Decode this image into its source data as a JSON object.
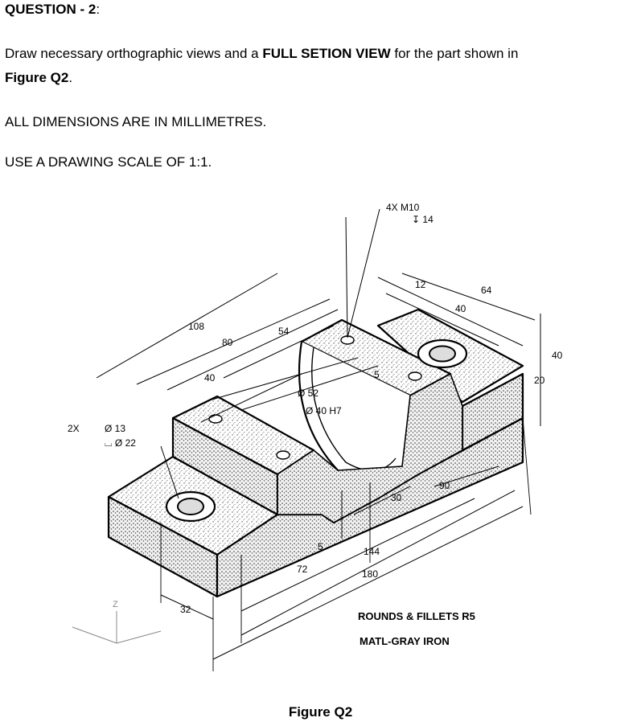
{
  "question": {
    "title": "QUESTION - 2",
    "colon": ":",
    "intro_before": "Draw necessary orthographic views and a ",
    "intro_bold": "FULL SETION VIEW",
    "intro_after": " for the part shown in",
    "figure_ref": "Figure Q2",
    "period": ".",
    "units_note": "ALL DIMENSIONS ARE IN MILLIMETRES.",
    "scale_note": "USE A DRAWING SCALE OF 1:1."
  },
  "figure": {
    "caption": "Figure Q2",
    "notes": {
      "rounds": "ROUNDS & FILLETS R5",
      "material": "MATL-GRAY IRON",
      "thread": "4X  M10",
      "thread_depth": "↧ 14",
      "holes_count": "2X",
      "hole_dia": "Ø 13",
      "counterbore": "⌴ Ø 22"
    },
    "dimensions": {
      "d108": "108",
      "d80": "80",
      "d54": "54",
      "d40a": "40",
      "d12": "12",
      "d64": "64",
      "d40b": "40",
      "d40c": "40",
      "d20": "20",
      "d5a": "5",
      "d52": "Ø 52",
      "d40h7": "Ø 40 H7",
      "d30": "30",
      "d90": "90",
      "d5b": "5",
      "d144": "144",
      "d72": "72",
      "d180": "180",
      "d32": "32"
    },
    "axis": {
      "z": "Z"
    }
  }
}
